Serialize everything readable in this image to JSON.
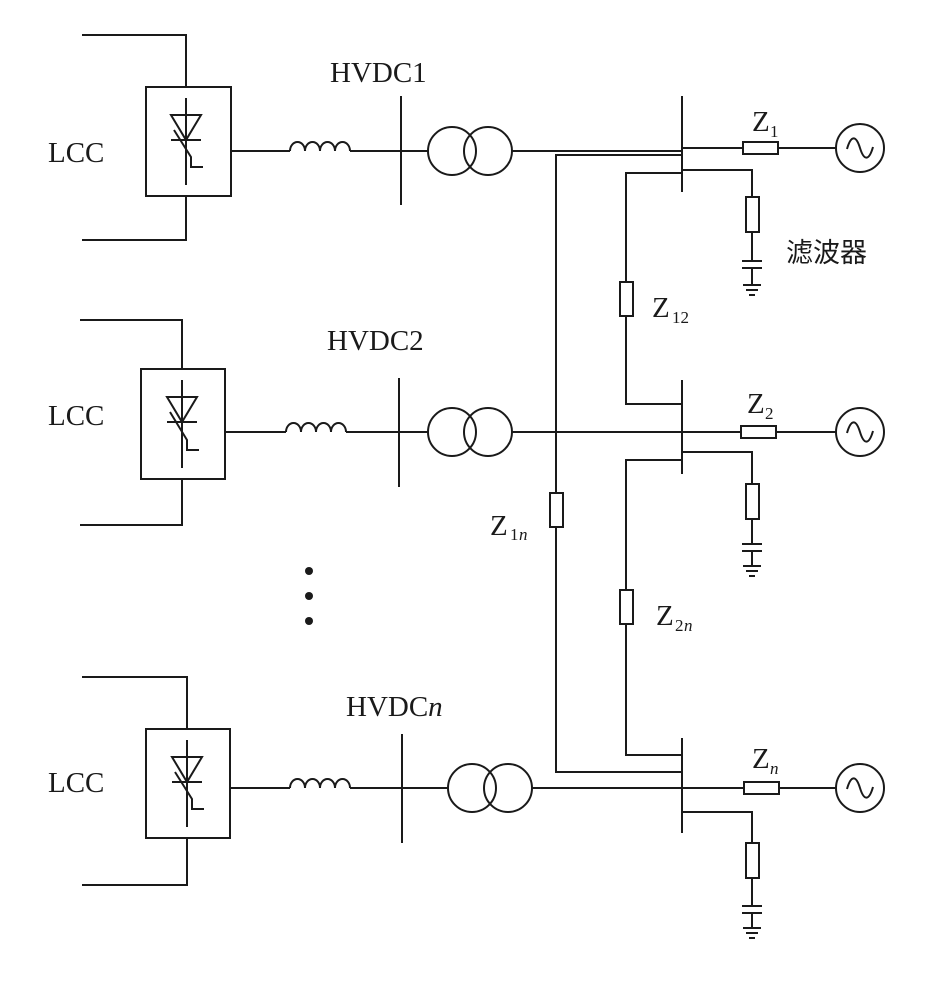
{
  "converters": [
    {
      "label": "LCC",
      "hvdc": {
        "main": "HVDC",
        "suffix": "1",
        "italic": false
      }
    },
    {
      "label": "LCC",
      "hvdc": {
        "main": "HVDC",
        "suffix": "2",
        "italic": false
      }
    },
    {
      "label": "LCC",
      "hvdc": {
        "main": "HVDC",
        "suffix": "n",
        "italic": true
      }
    }
  ],
  "source_impedances": [
    {
      "main": "Z",
      "sub": "1"
    },
    {
      "main": "Z",
      "sub": "2"
    },
    {
      "main": "Z",
      "sub": "n"
    }
  ],
  "tie_impedances": {
    "z12": {
      "main": "Z",
      "sub": "12"
    },
    "z2n": {
      "main": "Z",
      "sub": "2n"
    },
    "z1n": {
      "main": "Z",
      "sub": "1n"
    }
  },
  "filter_label": "滤波器",
  "ellipsis_dots": 3
}
